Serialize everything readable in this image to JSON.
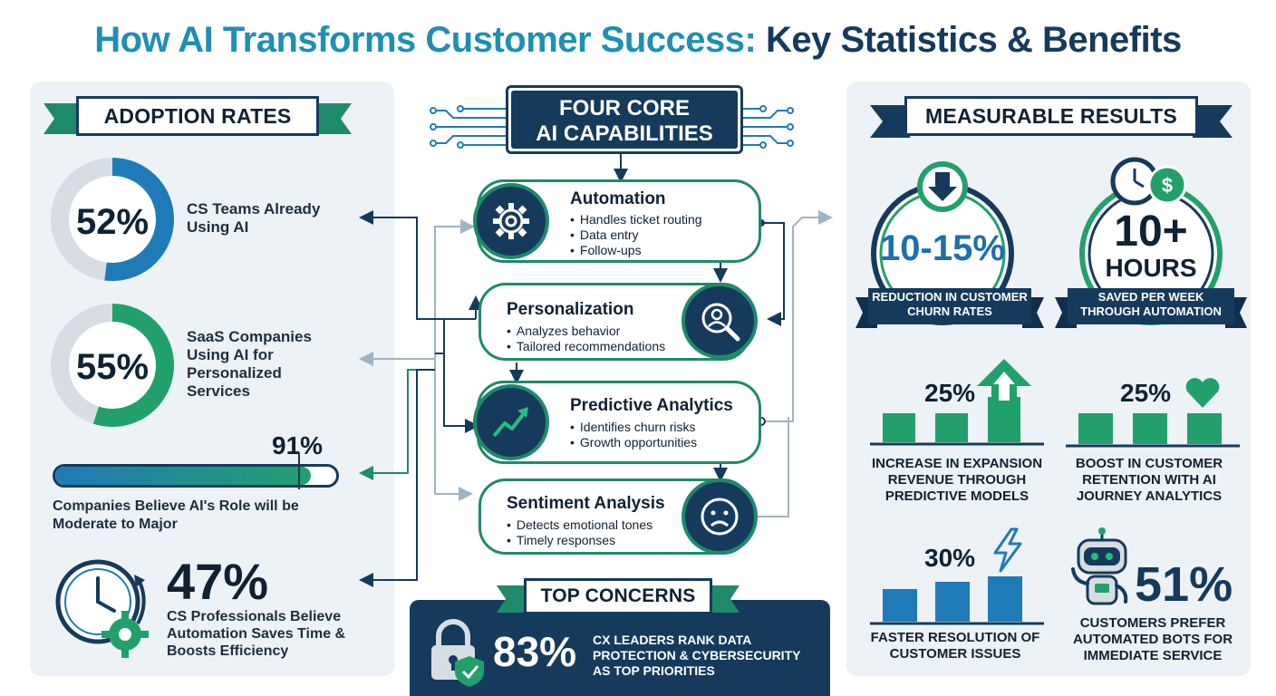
{
  "title": {
    "part1": "How AI Transforms Customer Success:",
    "part2": "Key Statistics & Benefits"
  },
  "adoption": {
    "heading": "ADOPTION RATES",
    "stat1": {
      "value": "52%",
      "label": "CS Teams Already Using AI",
      "fraction": 0.52
    },
    "stat2": {
      "value": "55%",
      "label": "SaaS Companies Using AI for Personalized Services",
      "fraction": 0.55
    },
    "stat3": {
      "value": "91%",
      "label": "Companies Believe AI's Role will be Moderate to Major",
      "fraction": 0.91
    },
    "stat4": {
      "value": "47%",
      "label": "CS Professionals Believe Automation Saves Time & Boosts Efficiency"
    }
  },
  "core": {
    "heading_line1": "FOUR CORE",
    "heading_line2": "AI CAPABILITIES",
    "cards": [
      {
        "title": "Automation",
        "items": [
          "Handles ticket routing",
          "Data entry",
          "Follow-ups"
        ],
        "icon": "gear-icon"
      },
      {
        "title": "Personalization",
        "items": [
          "Analyzes behavior",
          "Tailored recommendations"
        ],
        "icon": "user-search-icon"
      },
      {
        "title": "Predictive Analytics",
        "items": [
          "Identifies churn risks",
          "Growth opportunities"
        ],
        "icon": "trend-up-icon"
      },
      {
        "title": "Sentiment Analysis",
        "items": [
          "Detects emotional tones",
          "Timely responses"
        ],
        "icon": "sad-face-icon"
      }
    ]
  },
  "concerns": {
    "heading": "TOP CONCERNS",
    "value": "83%",
    "label": "CX LEADERS RANK DATA PROTECTION & CYBERSECURITY AS TOP PRIORITIES"
  },
  "results": {
    "heading": "MEASURABLE RESULTS",
    "churn": {
      "value": "10-15%",
      "label": "REDUCTION IN CUSTOMER CHURN RATES"
    },
    "hours": {
      "value_line1": "10+",
      "value_line2": "HOURS",
      "label": "SAVED PER WEEK THROUGH AUTOMATION"
    },
    "expansion": {
      "value": "25%",
      "label": "INCREASE IN EXPANSION REVENUE THROUGH PREDICTIVE MODELS"
    },
    "retention": {
      "value": "25%",
      "label": "BOOST IN CUSTOMER RETENTION WITH AI JOURNEY ANALYTICS"
    },
    "resolution": {
      "value": "30%",
      "label": "FASTER RESOLUTION OF CUSTOMER ISSUES"
    },
    "bots": {
      "value": "51%",
      "label": "CUSTOMERS PREFER AUTOMATED BOTS FOR IMMEDIATE SERVICE"
    }
  },
  "colors": {
    "navy": "#163a5c",
    "teal": "#1e8a6a",
    "blue": "#1f7bb8",
    "green": "#22a06b",
    "title_blue": "#1f8fb3"
  }
}
